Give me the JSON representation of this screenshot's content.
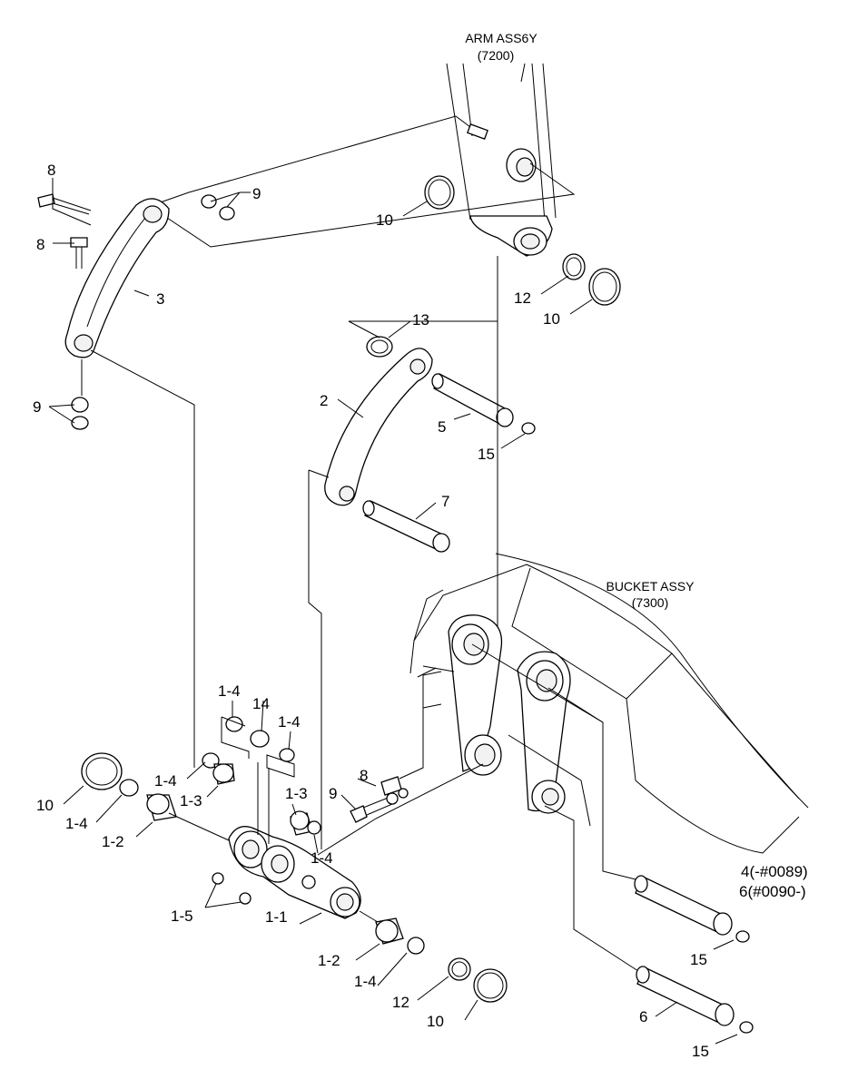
{
  "assemblies": {
    "arm": {
      "name": "ARM ASS6Y",
      "code": "(7200)"
    },
    "bucket": {
      "name": "BUCKET ASSY",
      "code": "(7300)"
    }
  },
  "callouts": {
    "c8_top": "8",
    "c9_top": "9",
    "c8_mid": "8",
    "c3": "3",
    "c9_left": "9",
    "c10_arm": "10",
    "c12_arm": "12",
    "c10_arm_r": "10",
    "c13": "13",
    "c2": "2",
    "c5": "5",
    "c15_a": "15",
    "c7": "7",
    "c1_4_a": "1-4",
    "c14": "14",
    "c1_4_b": "1-4",
    "c1_4_c": "1-4",
    "c1_3_a": "1-3",
    "c10_left": "10",
    "c1_4_d": "1-4",
    "c1_2_a": "1-2",
    "c1_3_b": "1-3",
    "c1_4_e": "1-4",
    "c8_bot": "8",
    "c9_bot": "9",
    "c1_5": "1-5",
    "c1_1": "1-1",
    "c1_2_b": "1-2",
    "c1_4_f": "1-4",
    "c12_bot": "12",
    "c10_bot": "10",
    "c4": "4(-#0089)",
    "c6_serial": "6(#0090-)",
    "c15_b": "15",
    "c6": "6",
    "c15_c": "15"
  }
}
